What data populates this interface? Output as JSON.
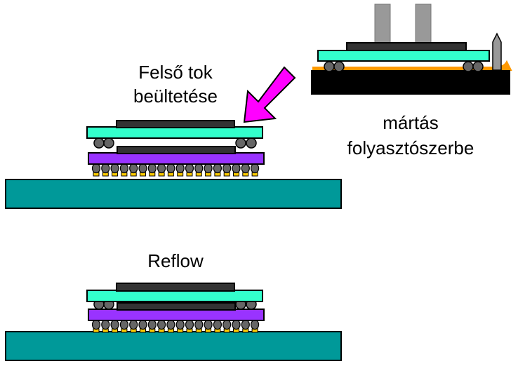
{
  "labels": {
    "place_top_line1": "Felső tok",
    "place_top_line2": "beültetése",
    "dip_line1": "mártás",
    "dip_line2": "folyasztószerbe",
    "reflow": "Reflow"
  },
  "colors": {
    "pcb": "#009999",
    "top_substrate": "#33ffcc",
    "bottom_substrate": "#9933ff",
    "die": "#333333",
    "flux": "#ff9900",
    "stage": "#000000",
    "nozzle": "#999999",
    "arrow": "#ff00ff",
    "joint": "#ffcc00",
    "ball": "#666666"
  }
}
